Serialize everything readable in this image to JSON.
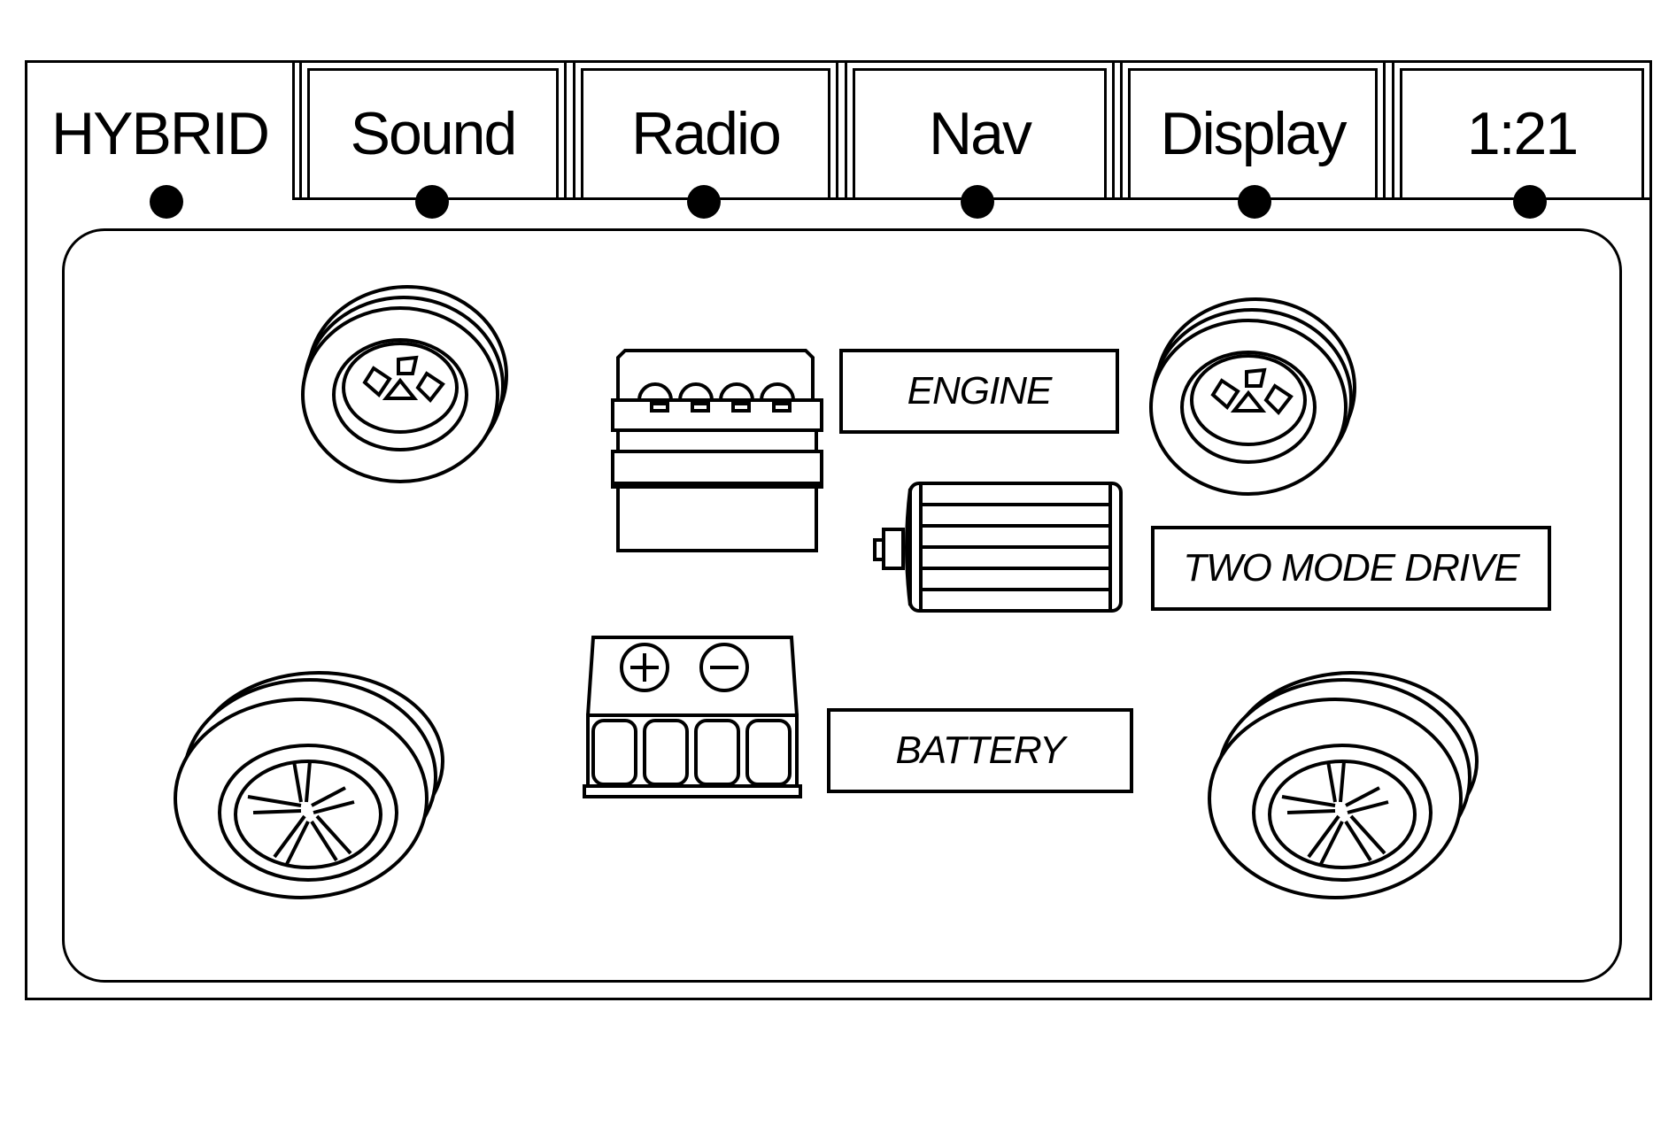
{
  "tabs": [
    {
      "label": "HYBRID",
      "selected": true
    },
    {
      "label": "Sound",
      "selected": false
    },
    {
      "label": "Radio",
      "selected": false
    },
    {
      "label": "Nav",
      "selected": false
    },
    {
      "label": "Display",
      "selected": false
    },
    {
      "label": "1:21",
      "selected": false
    }
  ],
  "diagram": {
    "engine_label": "ENGINE",
    "drive_label": "TWO MODE DRIVE",
    "battery_label": "BATTERY",
    "icons": [
      "wheel-icon",
      "engine-icon",
      "motor-icon",
      "battery-icon"
    ]
  }
}
